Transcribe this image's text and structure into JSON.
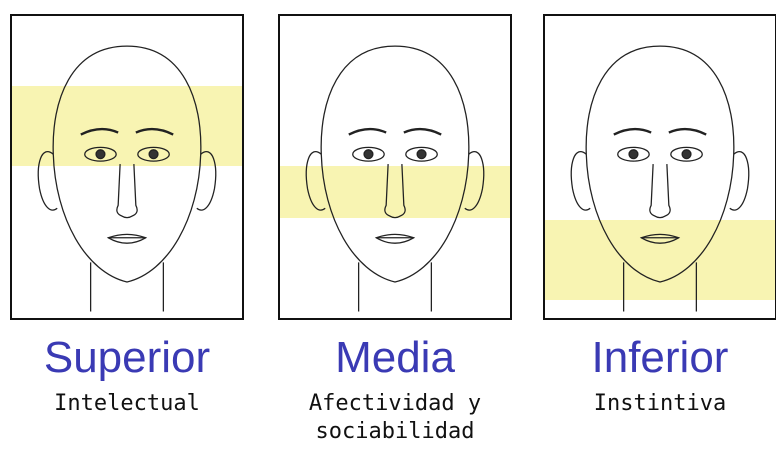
{
  "panels": [
    {
      "title": "Superior",
      "subtitle": "Intelectual",
      "band_color": "#f7f2a4"
    },
    {
      "title": "Media",
      "subtitle": "Afectividad y\nsociabilidad",
      "band_color": "#f7f2a4"
    },
    {
      "title": "Inferior",
      "subtitle": "Instintiva",
      "band_color": "#f7f2a4"
    }
  ],
  "colors": {
    "title": "#3a3ab4",
    "text": "#111111",
    "border": "#111111"
  },
  "icons": [
    "face-outline-icon",
    "face-outline-icon",
    "face-outline-icon"
  ]
}
